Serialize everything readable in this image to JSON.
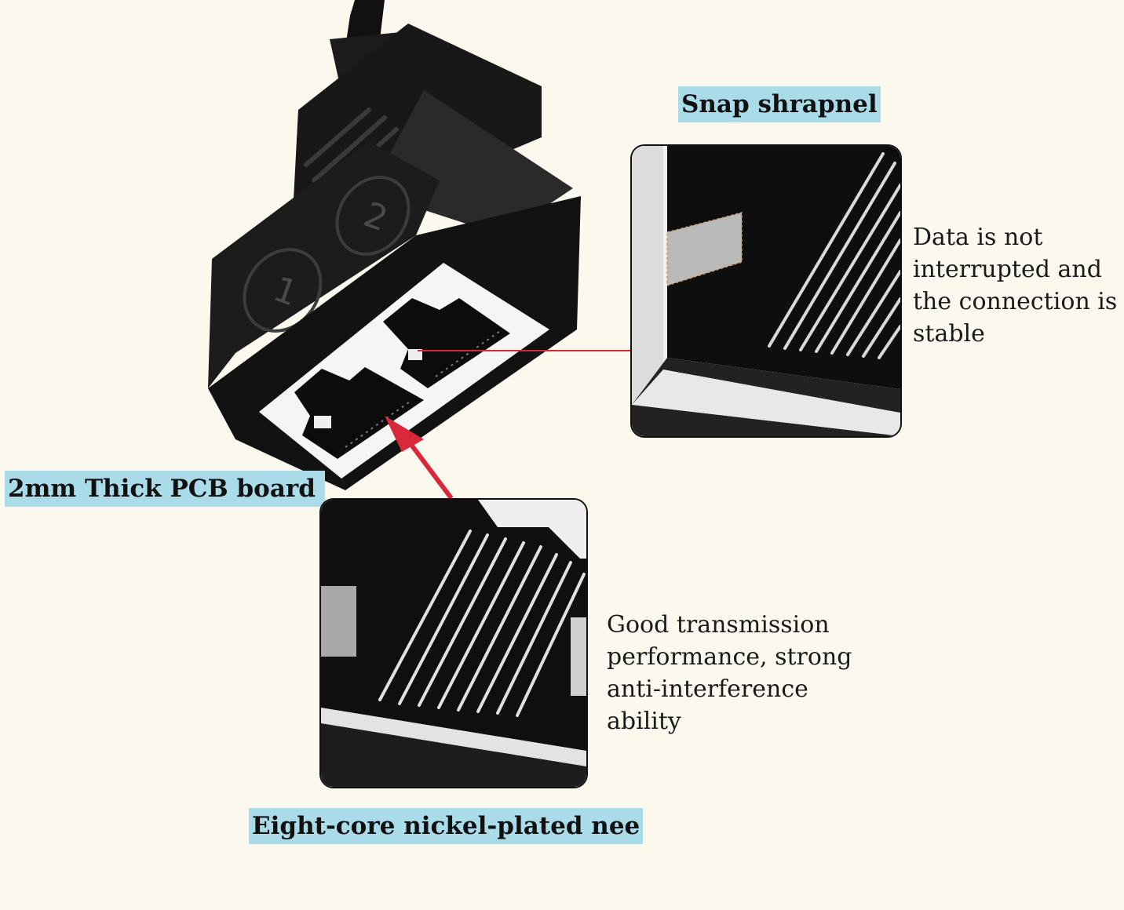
{
  "labels": {
    "snap_shrapnel": "Snap shrapnel",
    "pcb_board": "2mm Thick PCB board",
    "needle": "Eight-core nickel-plated nee"
  },
  "descriptions": {
    "stable_connection": [
      "Data is not",
      "interrupted and",
      "the connection is",
      "stable"
    ],
    "transmission": [
      "Good transmission",
      "performance, strong",
      "anti-interference",
      "ability"
    ]
  },
  "port_numbers": [
    "1",
    "2"
  ],
  "colors": {
    "background": "#fbf8ee",
    "label_background": "#a9dbe9",
    "pointer_red": "#d8283a",
    "device_black": "#141414"
  }
}
